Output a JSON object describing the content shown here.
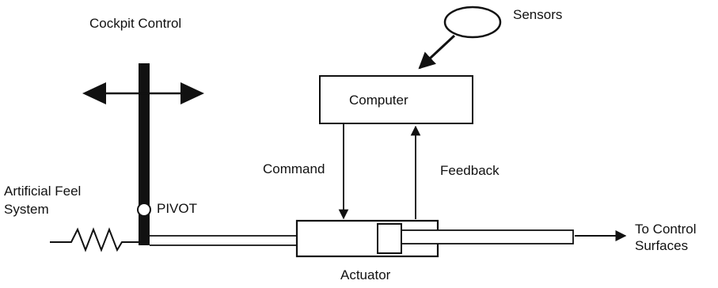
{
  "labels": {
    "cockpit_control": "Cockpit Control",
    "sensors": "Sensors",
    "computer": "Computer",
    "command": "Command",
    "feedback": "Feedback",
    "artificial_feel_line1": "Artificial Feel",
    "artificial_feel_line2": "System",
    "pivot": "PIVOT",
    "to_control_line1": "To Control",
    "to_control_line2": "Surfaces",
    "actuator": "Actuator"
  },
  "colors": {
    "ink": "#111111",
    "background": "#ffffff"
  }
}
